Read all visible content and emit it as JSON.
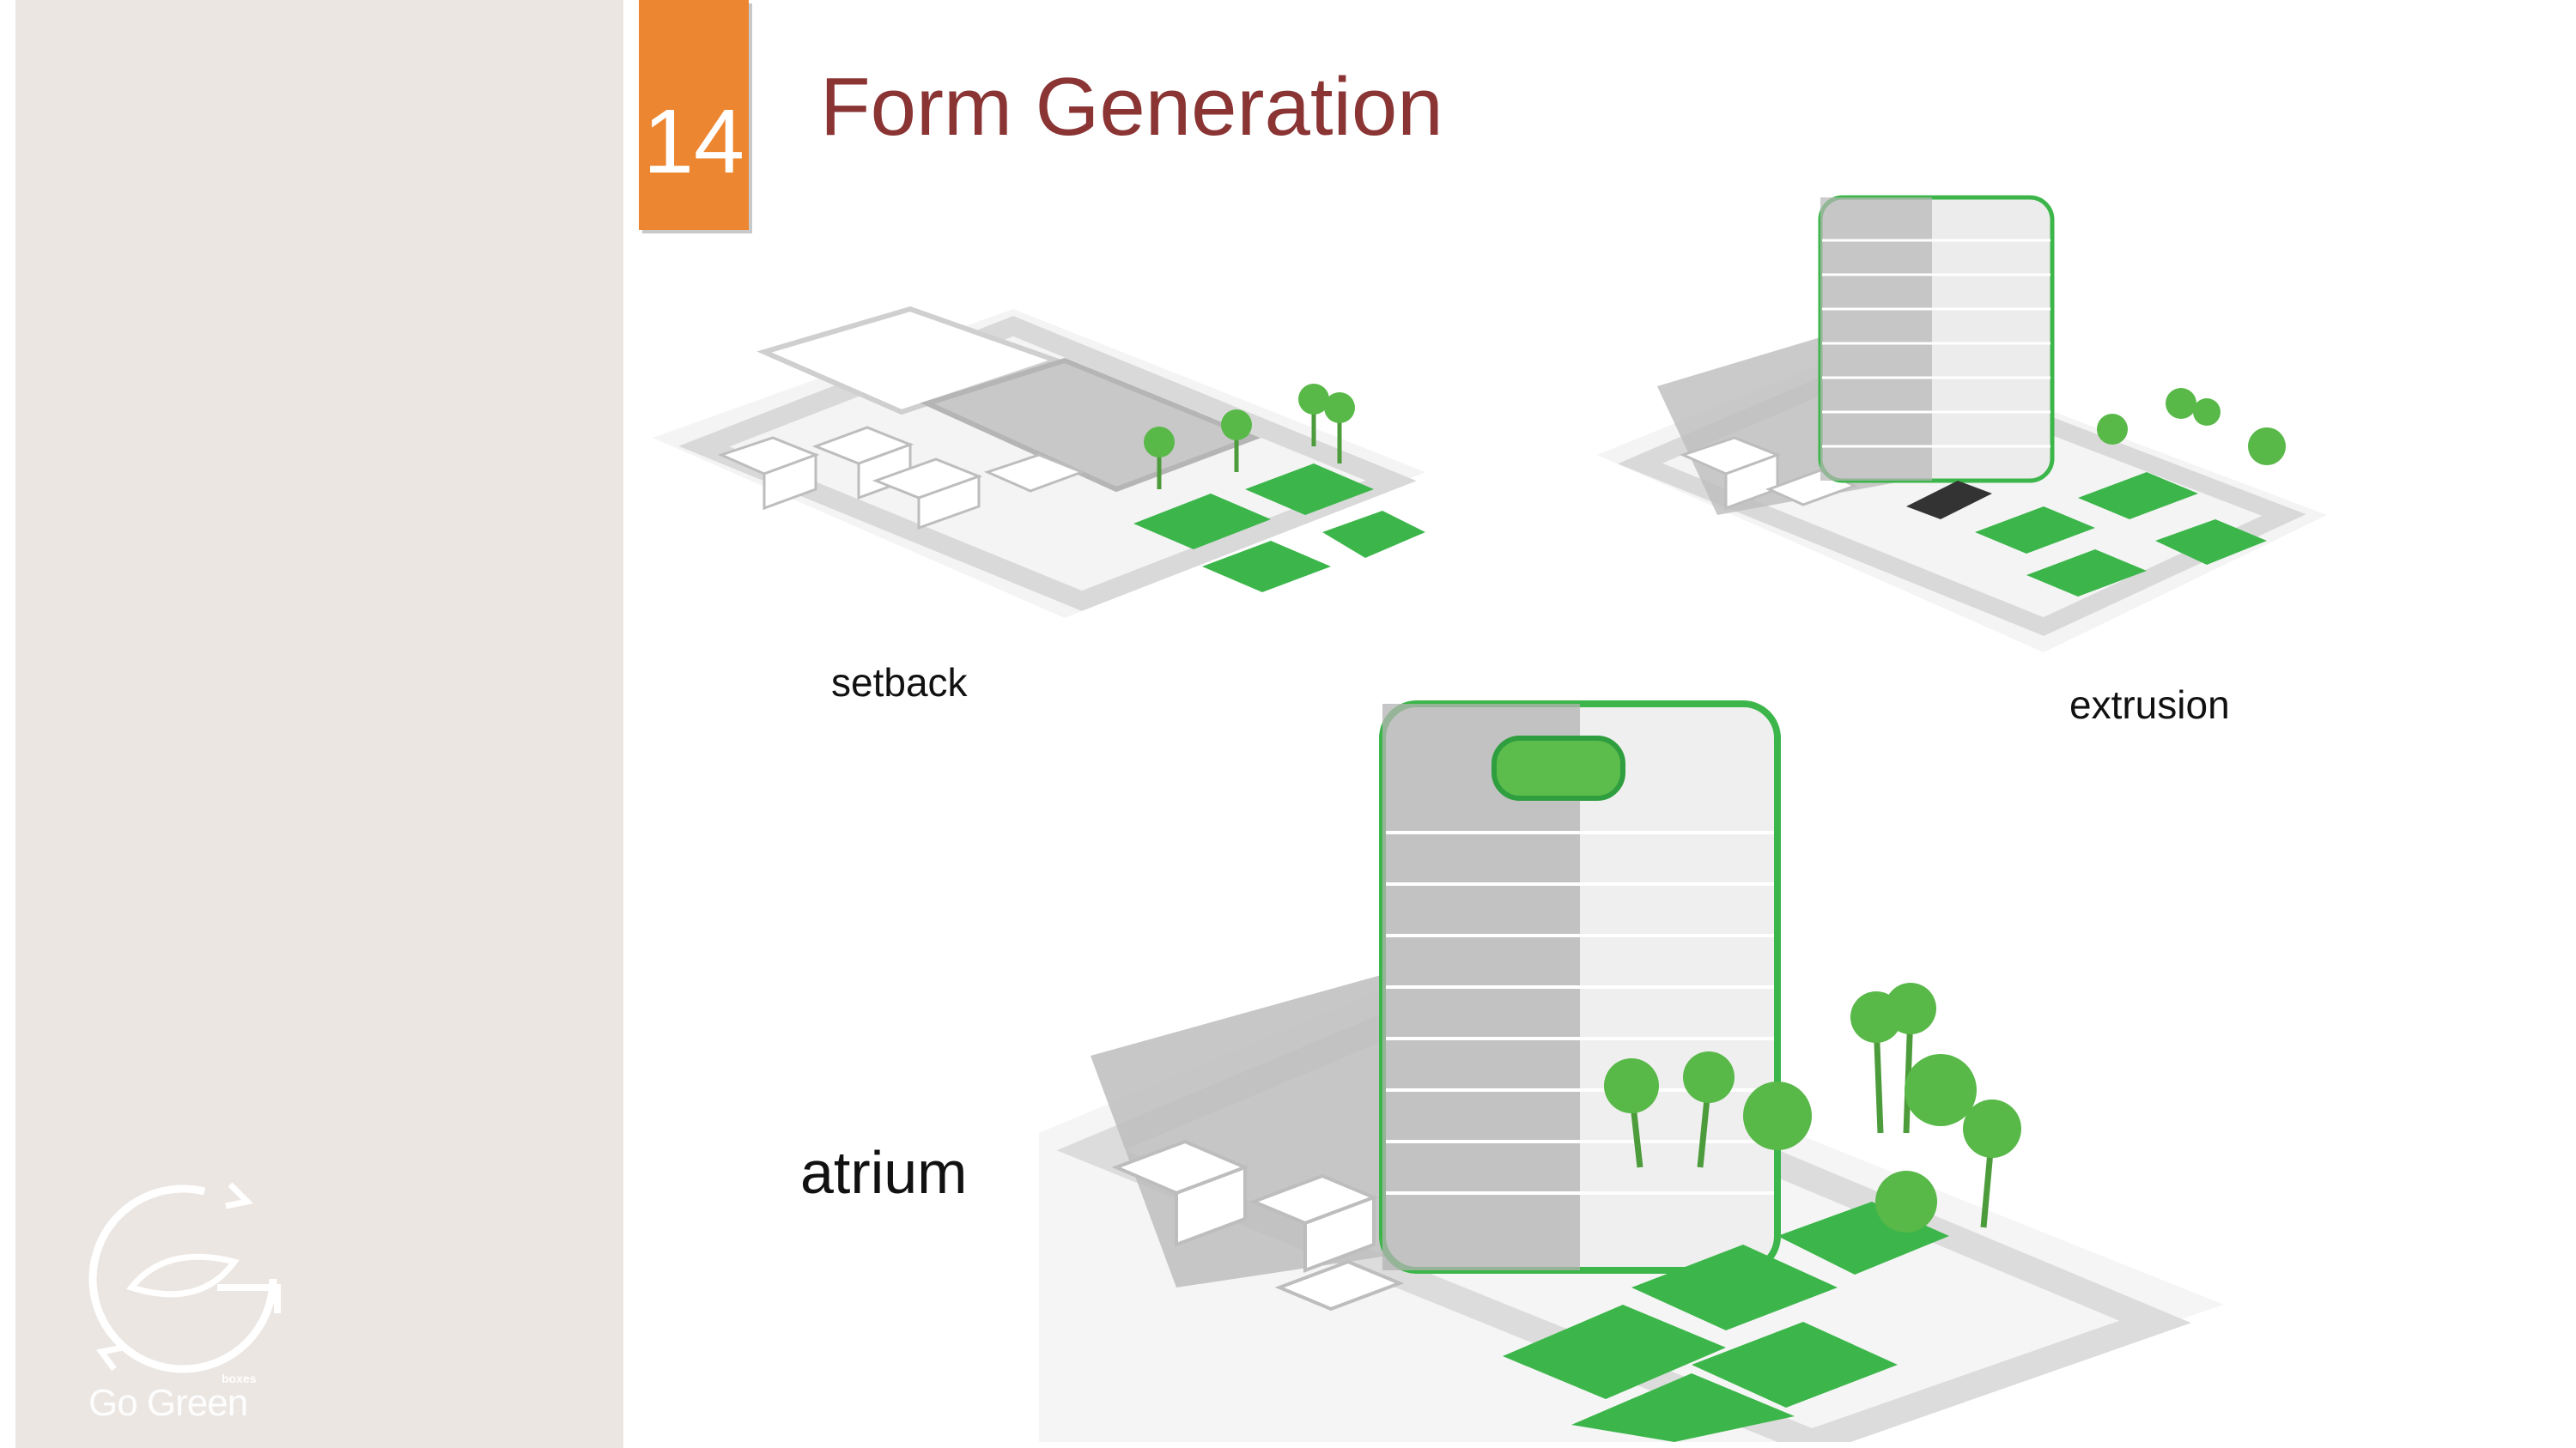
{
  "slide": {
    "number": "14",
    "title": "Form Generation"
  },
  "logo": {
    "text": "Go Green",
    "superscript": "boxes"
  },
  "diagrams": [
    {
      "label": "setback"
    },
    {
      "label": "extrusion"
    },
    {
      "label": "atrium"
    }
  ],
  "colors": {
    "sidebar": "#ebe6e2",
    "badge": "#ec8630",
    "title": "#8a3434",
    "green": "#3cb64a",
    "outline": "#2e9e3e"
  }
}
